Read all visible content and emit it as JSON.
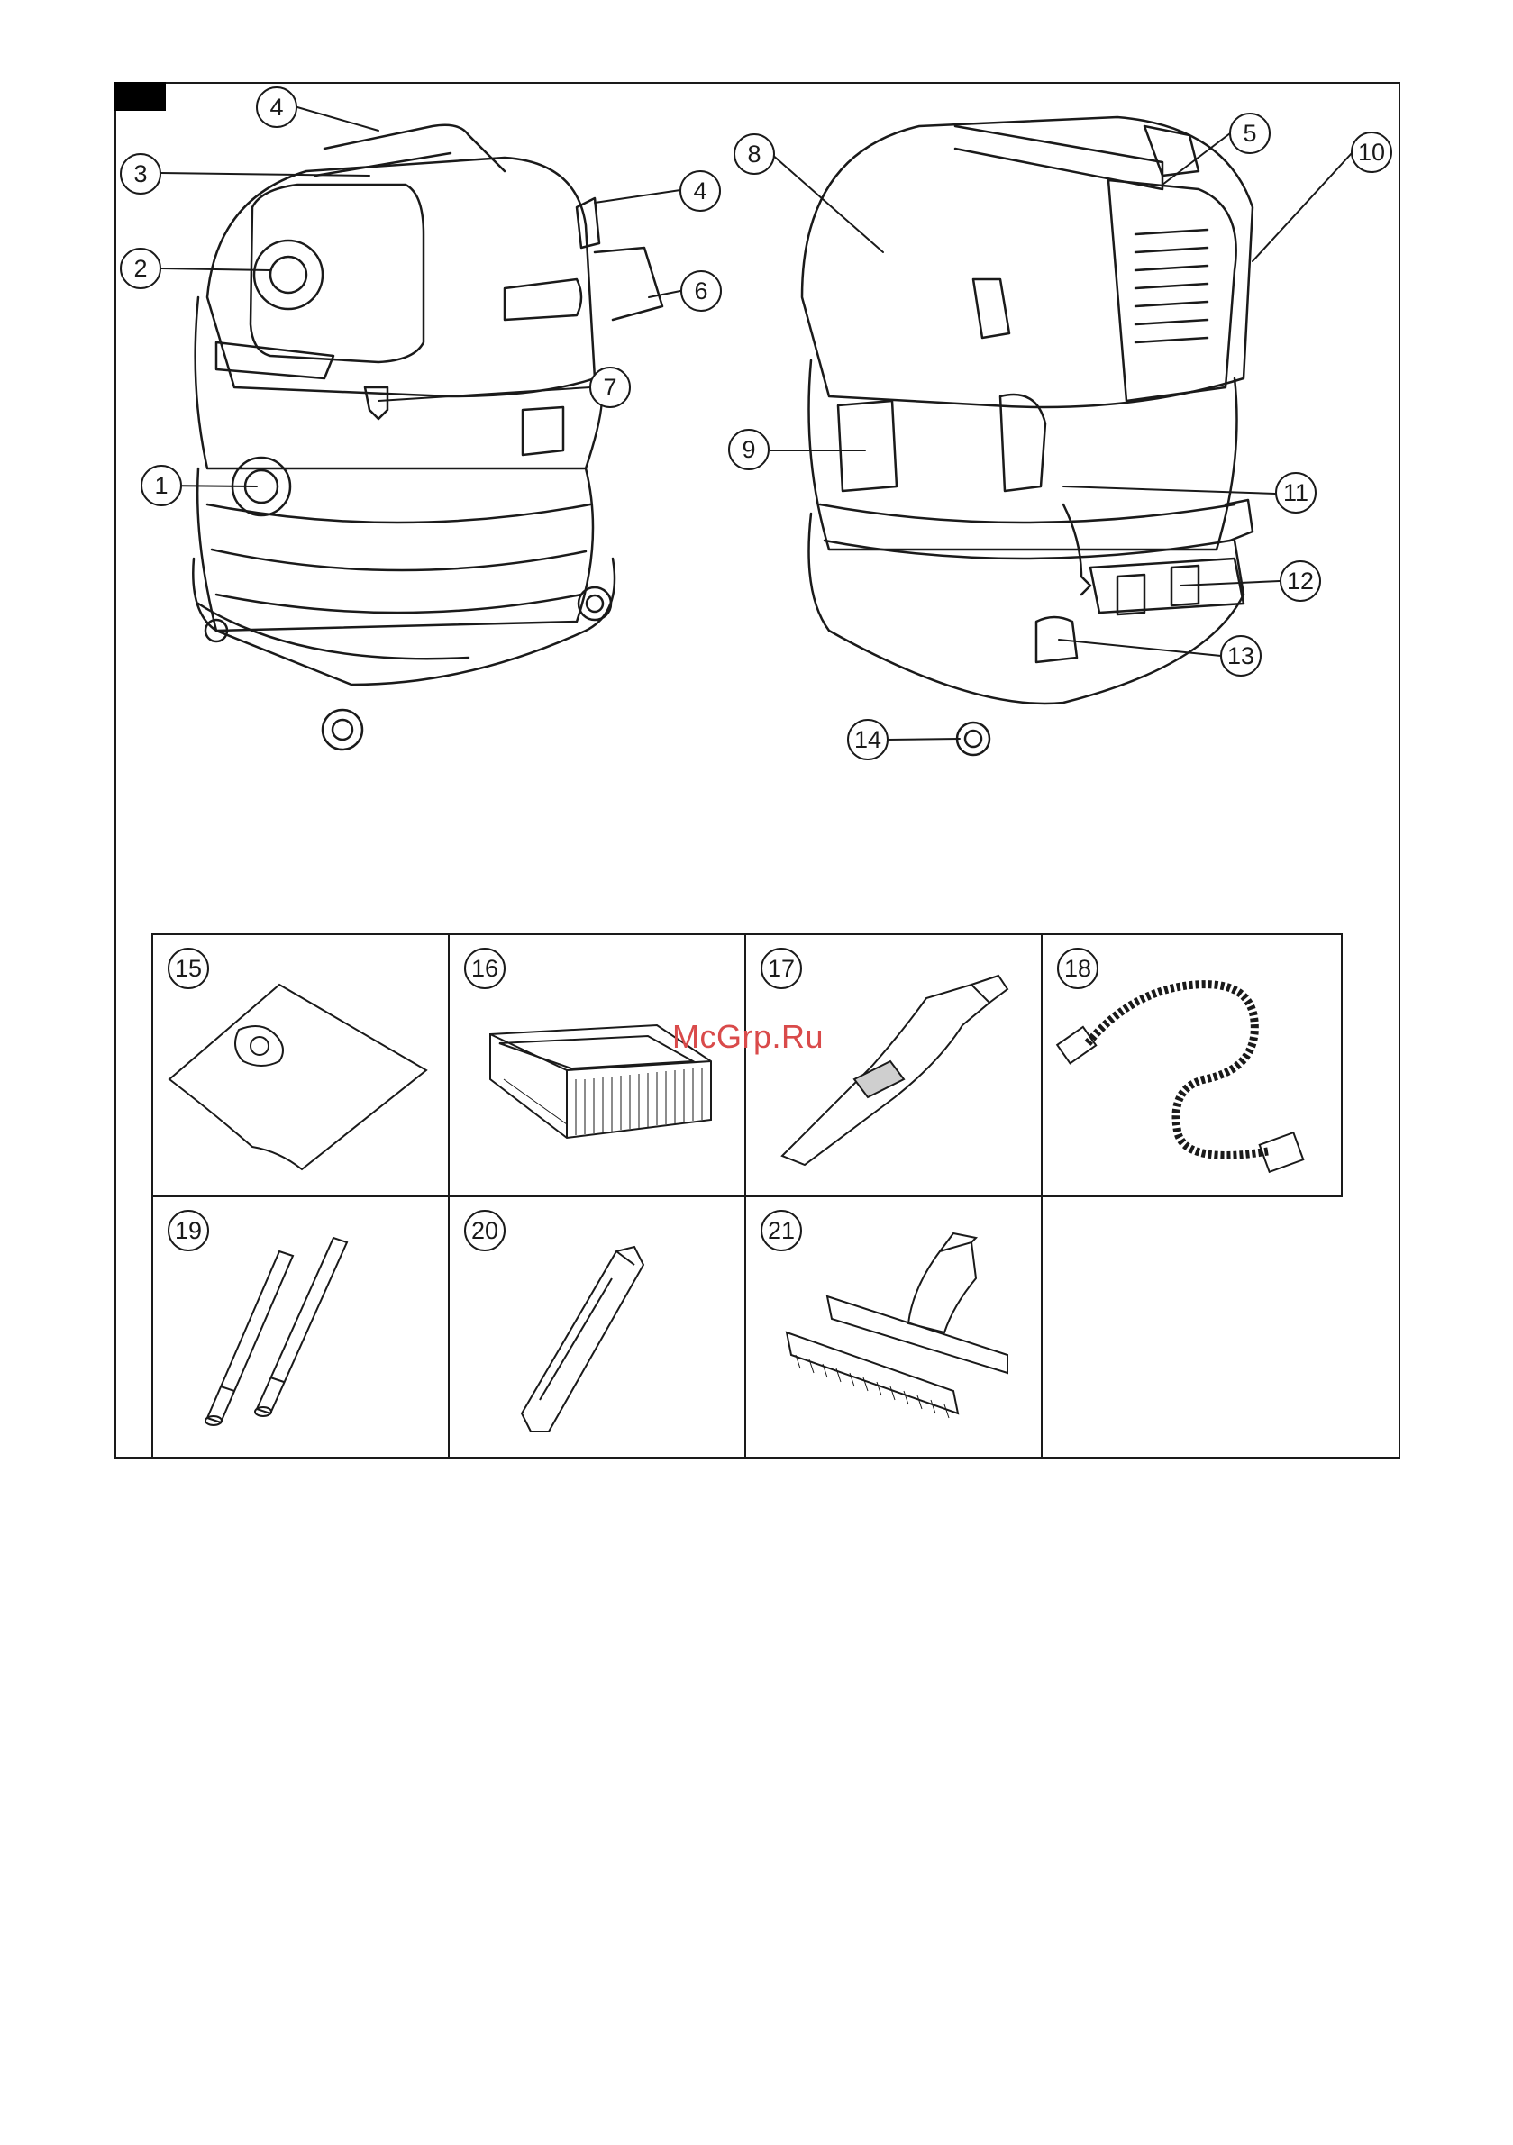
{
  "callouts": {
    "c1": "1",
    "c2": "2",
    "c3": "3",
    "c4a": "4",
    "c4b": "4",
    "c5": "5",
    "c6": "6",
    "c7": "7",
    "c8": "8",
    "c9": "9",
    "c10": "10",
    "c11": "11",
    "c12": "12",
    "c13": "13",
    "c14": "14"
  },
  "accessories": [
    {
      "number": "15",
      "icon": "filter-bag-icon"
    },
    {
      "number": "16",
      "icon": "flat-pleated-filter-icon"
    },
    {
      "number": "17",
      "icon": "suction-hose-grip-icon"
    },
    {
      "number": "18",
      "icon": "suction-hose-icon"
    },
    {
      "number": "19",
      "icon": "suction-tubes-icon"
    },
    {
      "number": "20",
      "icon": "crevice-nozzle-icon"
    },
    {
      "number": "21",
      "icon": "floor-nozzle-icon"
    }
  ],
  "watermark": "McGrp.Ru",
  "colors": {
    "line": "#1a1a1a",
    "watermark": "#d94a4a"
  }
}
